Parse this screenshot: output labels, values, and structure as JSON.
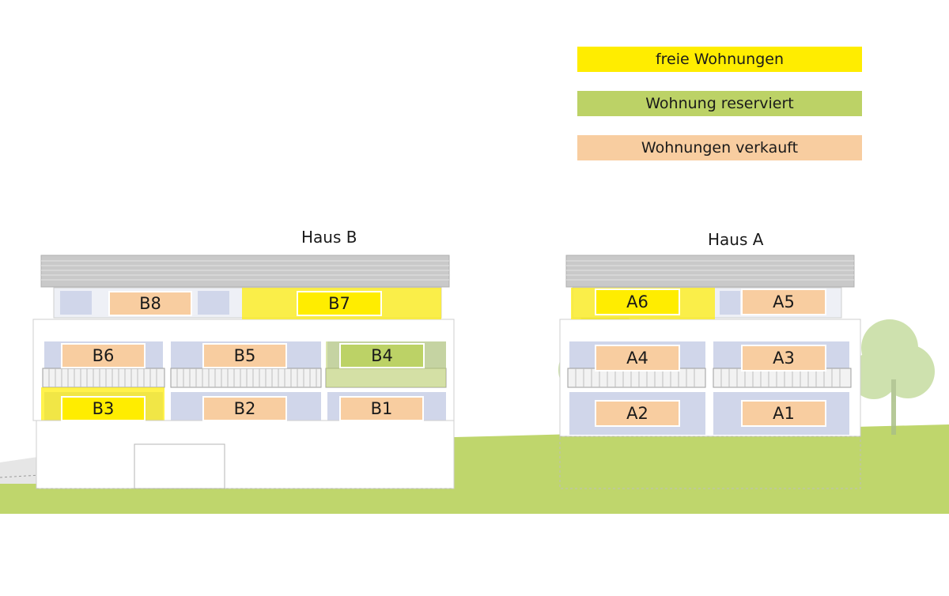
{
  "colors": {
    "free": "#ffed00",
    "reserved": "#bcd266",
    "sold": "#f8cda0",
    "grass": "#bfd66c",
    "roof": "#c8c8c8",
    "window": "#d0d6ea",
    "tree": "#c6dca0"
  },
  "legend": [
    {
      "label": "freie Wohnungen",
      "status": "free"
    },
    {
      "label": "Wohnung reserviert",
      "status": "reserved"
    },
    {
      "label": "Wohnungen verkauft",
      "status": "sold"
    }
  ],
  "houses": [
    {
      "name": "Haus B",
      "units": [
        {
          "label": "B8",
          "status": "sold"
        },
        {
          "label": "B7",
          "status": "free"
        },
        {
          "label": "B6",
          "status": "sold"
        },
        {
          "label": "B5",
          "status": "sold"
        },
        {
          "label": "B4",
          "status": "reserved"
        },
        {
          "label": "B3",
          "status": "free"
        },
        {
          "label": "B2",
          "status": "sold"
        },
        {
          "label": "B1",
          "status": "sold"
        }
      ]
    },
    {
      "name": "Haus A",
      "units": [
        {
          "label": "A6",
          "status": "free"
        },
        {
          "label": "A5",
          "status": "sold"
        },
        {
          "label": "A4",
          "status": "sold"
        },
        {
          "label": "A3",
          "status": "sold"
        },
        {
          "label": "A2",
          "status": "sold"
        },
        {
          "label": "A1",
          "status": "sold"
        }
      ]
    }
  ]
}
